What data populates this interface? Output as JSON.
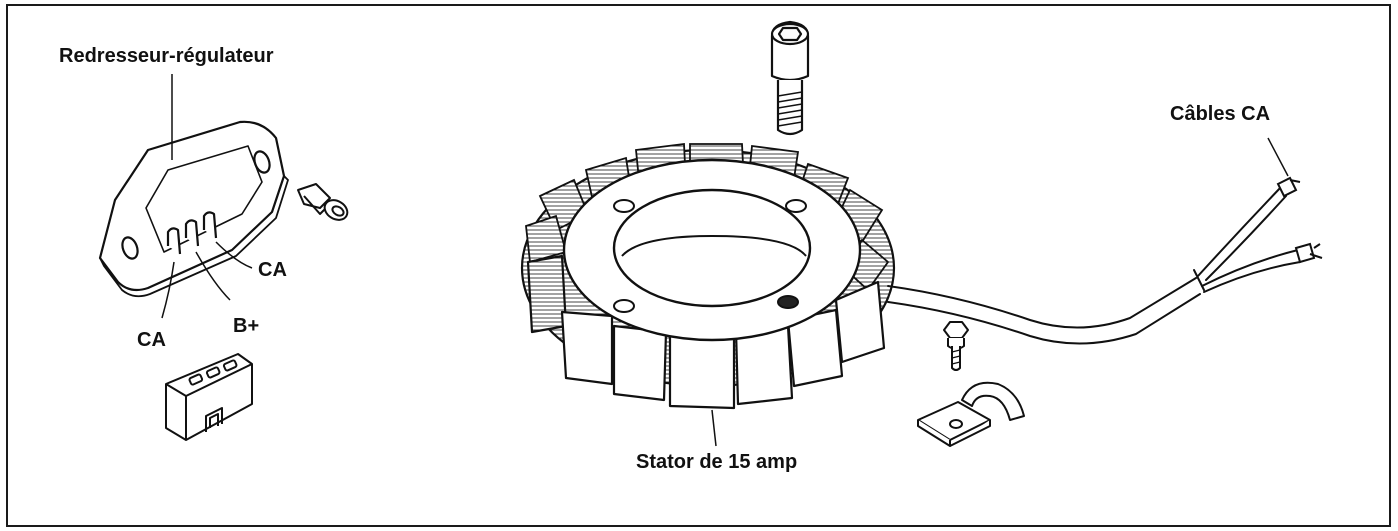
{
  "labels": {
    "regulator": "Redresseur-régulateur",
    "ca_right": "CA",
    "ca_left": "CA",
    "b_plus": "B+",
    "stator": "Stator de 15 amp",
    "ac_cables": "Câbles CA"
  }
}
